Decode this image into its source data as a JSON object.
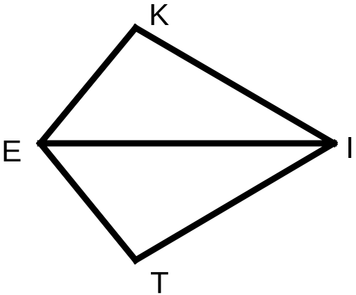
{
  "diagram": {
    "vertices": {
      "K": {
        "label": "K"
      },
      "E": {
        "label": "E"
      },
      "I": {
        "label": "I"
      },
      "T": {
        "label": "T"
      }
    },
    "edges": [
      {
        "from": "E",
        "to": "K"
      },
      {
        "from": "K",
        "to": "I"
      },
      {
        "from": "E",
        "to": "I"
      },
      {
        "from": "E",
        "to": "T"
      },
      {
        "from": "T",
        "to": "I"
      }
    ],
    "line_color": "#000000"
  }
}
